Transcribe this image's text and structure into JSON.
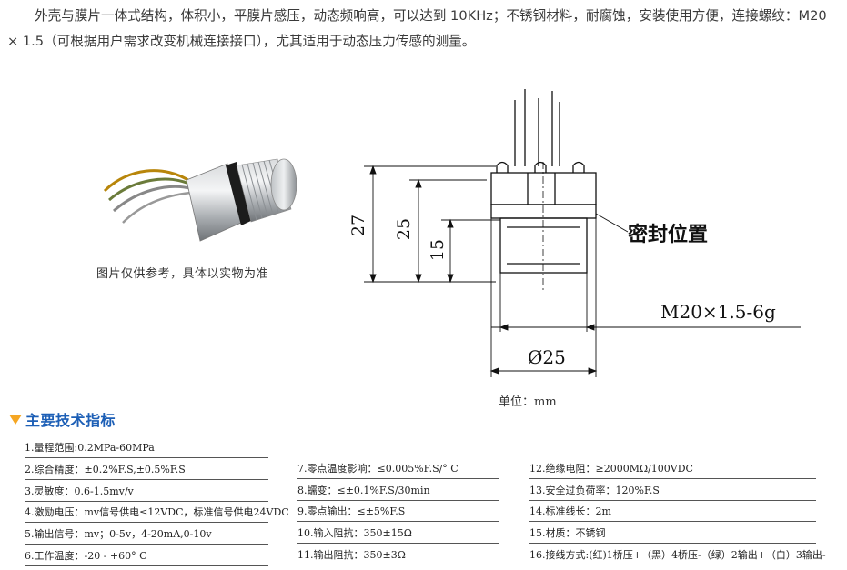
{
  "intro": "外壳与膜片一体式结构，体积小，平膜片感压，动态频响高，可以达到 10KHz；不锈钢材料，耐腐蚀，安装使用方便，连接螺纹：M20 × 1.5（可根据用户需求改变机械连接接口），尤其适用于动态压力传感的测量。",
  "photo_caption": "图片仅供参考，具体以实物为准",
  "drawing": {
    "dim_27": "27",
    "dim_25": "25",
    "dim_15": "15",
    "seal_label": "密封位置",
    "thread_label": "M20×1.5-6g",
    "diameter_label": "Ø25"
  },
  "unit_label": "单位：mm",
  "section_title": "主要技术指标",
  "specs": {
    "col1": [
      "1.量程范围:0.2MPa-60MPa",
      "2.综合精度：±0.2%F.S,±0.5%F.S",
      "3.灵敏度：0.6-1.5mv/v",
      "4.激励电压：mv信号供电≤12VDC，标准信号供电24VDC",
      "5.输出信号：mv；0-5v，4-20mA,0-10v",
      "6.工作温度：-20 - +60° C"
    ],
    "col2": [
      "7.零点温度影响：≤0.005%F.S/° C",
      "8.蠕变：≤±0.1%F.S/30min",
      "9.零点输出：≤±5%F.S",
      "10.输入阻抗：350±15Ω",
      "11.输出阻抗：350±3Ω"
    ],
    "col3": [
      "12.绝缘电阻：≥2000MΩ/100VDC",
      "13.安全过负荷率：120%F.S",
      "14.标准线长：2m",
      "15.材质：不锈钢",
      "16.接线方式:(红)1桥压+（黑）4桥压-（绿）2输出+（白）3输出-"
    ]
  }
}
